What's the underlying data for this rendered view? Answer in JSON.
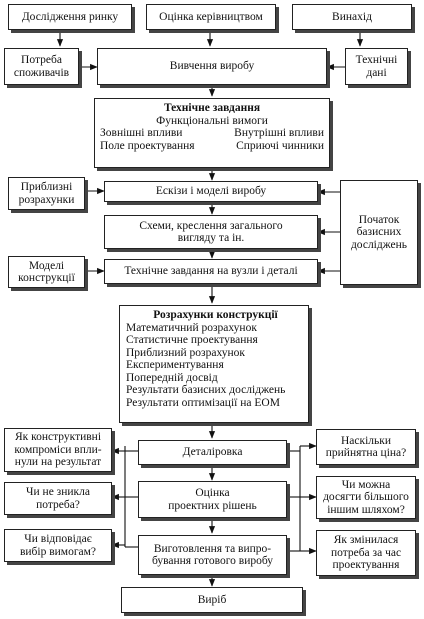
{
  "top_inputs": {
    "market": "Дослідження ринку",
    "management": "Оцінка керівництвом",
    "invention": "Винахід"
  },
  "consumer_need": [
    "Потреба",
    "споживачів"
  ],
  "technical_data": [
    "Технічні",
    "дані"
  ],
  "product_study": "Вивчення виробу",
  "tech_task": {
    "title": "Технічне завдання",
    "subtitle": "Функціональні вимоги",
    "row1_left": "Зовнішні впливи",
    "row1_right": "Внутрішні впливи",
    "row2_left": "Поле проектування",
    "row2_right": "Сприючі чинники"
  },
  "approx_calc": [
    "Приблизні",
    "розрахунки"
  ],
  "sketches": "Ескізи і моделі виробу",
  "schemes": [
    "Схеми, креслення загального",
    "вигляду та ін."
  ],
  "basic_research": [
    "Початок",
    "базисних",
    "досліджень"
  ],
  "models": [
    "Моделі",
    "конструкції"
  ],
  "tech_task_units": "Технічне завдання на вузли і деталі",
  "calc": {
    "title": "Розрахунки конструкції",
    "items": [
      "Математичний розрахунок",
      "Статистичне проектування",
      "Приблизний розрахунок",
      "Експериментування",
      "Попередній досвід",
      "Результати базисних досліджень",
      "Результати оптимізації на ЕОМ"
    ]
  },
  "compromise": [
    "Як конструктивні",
    "компроміси впли-",
    "нули на результат"
  ],
  "price": [
    "Наскільки",
    "прийнятна ціна?"
  ],
  "detailing": "Деталіровка",
  "need_gone": [
    "Чи не зникла",
    "потреба?"
  ],
  "evaluation": [
    "Оцінка",
    "проектних рішень"
  ],
  "other_way": [
    "Чи можна",
    "досягти більшого",
    "іншим шляхом?"
  ],
  "requirements": [
    "Чи відповідає",
    "вибір вимогам?"
  ],
  "manufacturing": [
    "Виготовлення та випро-",
    "бування готового виробу"
  ],
  "need_changed": [
    "Як змінилася",
    "потреба за час",
    "проектування"
  ],
  "product": "Виріб"
}
